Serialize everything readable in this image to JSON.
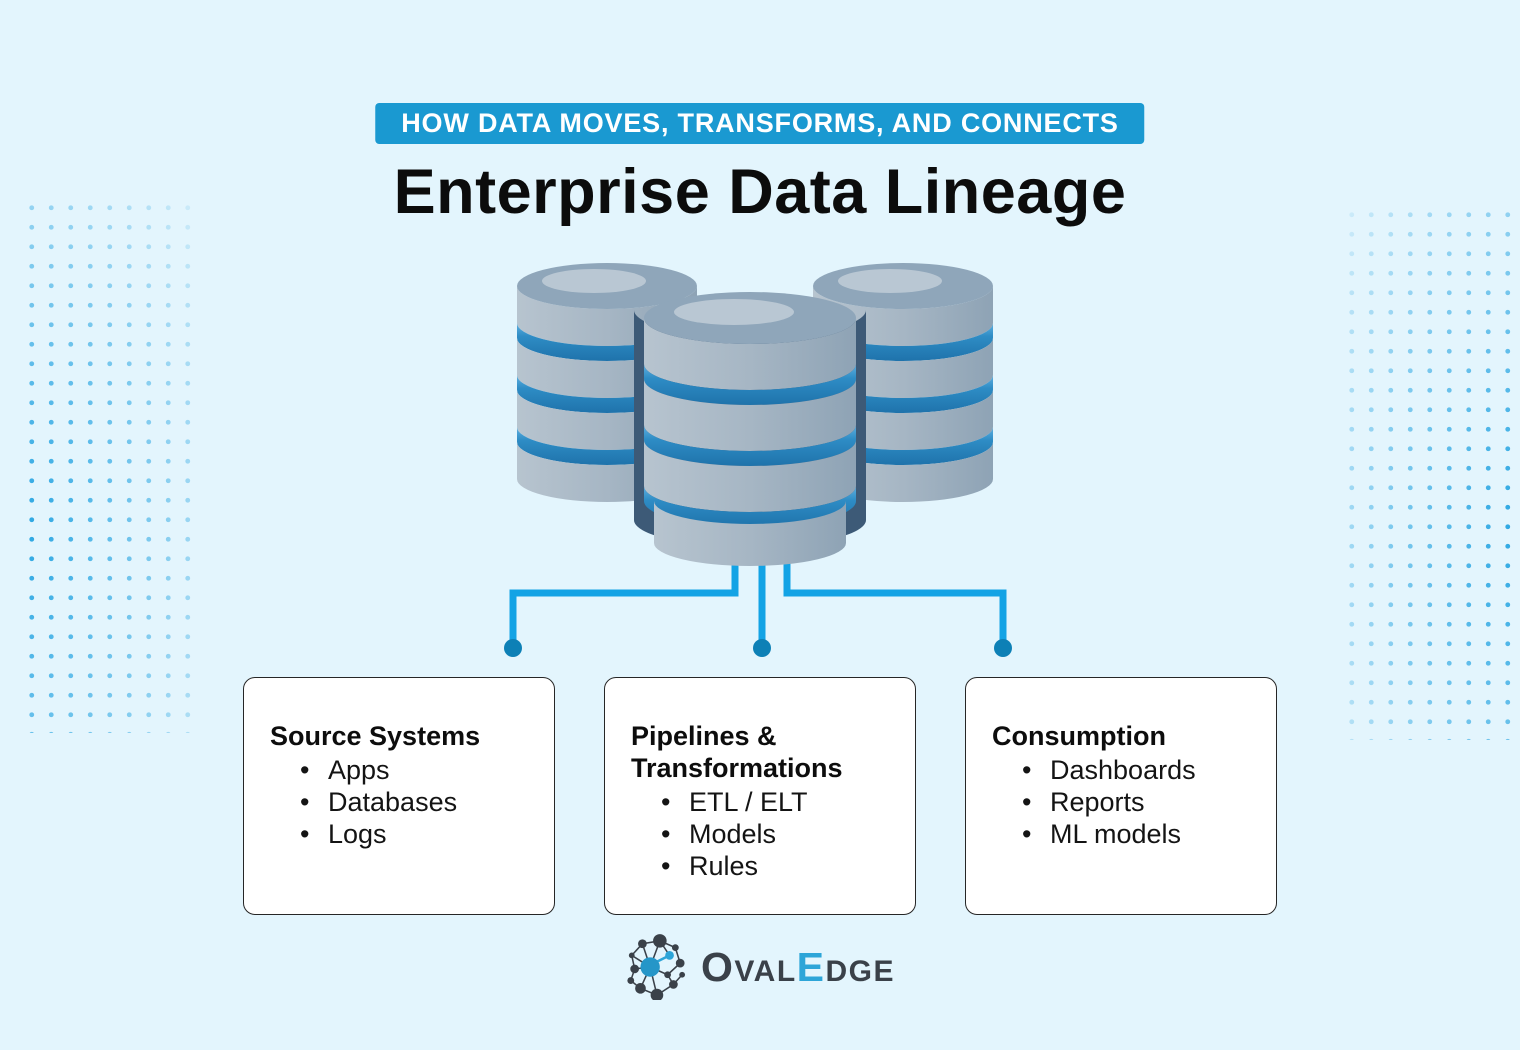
{
  "banner": {
    "label": "HOW DATA MOVES, TRANSFORMS, AND CONNECTS"
  },
  "title": "Enterprise Data Lineage",
  "illustration": {
    "name": "database-stack-illustration",
    "description_icon": "three stacked database cylinders connected by lines to three boxes"
  },
  "cards": [
    {
      "heading": "Source Systems",
      "items": [
        "Apps",
        "Databases",
        "Logs"
      ]
    },
    {
      "heading": "Pipelines & Transformations",
      "items": [
        "ETL / ELT",
        "Models",
        "Rules"
      ]
    },
    {
      "heading": "Consumption",
      "items": [
        "Dashboards",
        "Reports",
        "ML models"
      ]
    }
  ],
  "logo": {
    "icon": "network-graph-icon",
    "part1": "O",
    "part2": "VAL",
    "part3": "E",
    "part4": "DGE",
    "full_text": "OVALEDGE"
  },
  "colors": {
    "background": "#e3f5fd",
    "banner_bg": "#1a99d1",
    "connector_line": "#13a3e5",
    "connector_dot": "#0d80b6",
    "pattern_dot": "#2aa6e2",
    "logo_dark": "#3a4149",
    "logo_blue": "#2da5d8",
    "cylinder_gray": "#a6b6c4",
    "cylinder_band_blue": "#2e8cc5"
  }
}
